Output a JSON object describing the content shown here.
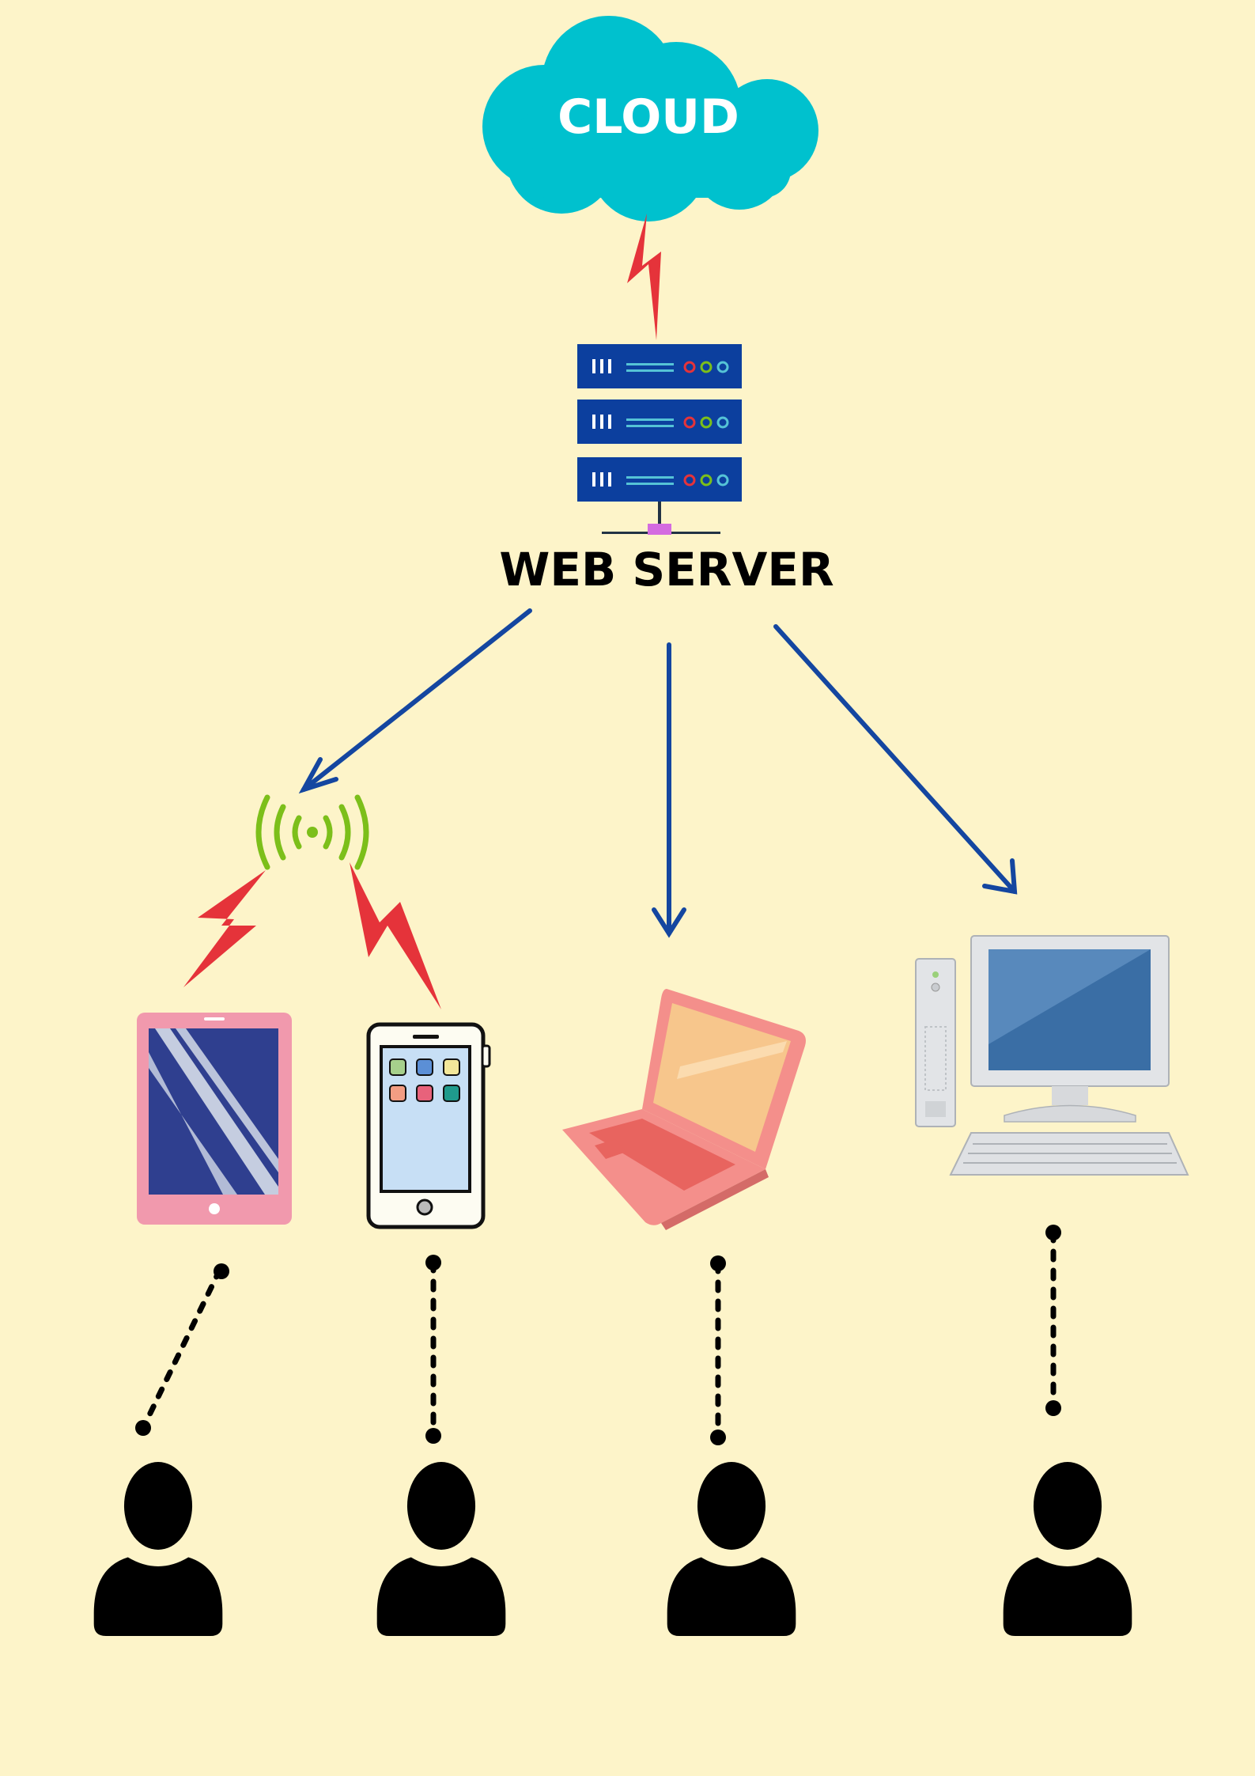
{
  "diagram": {
    "cloud_label": "CLOUD",
    "server_label": "WEB SERVER"
  },
  "nodes": [
    {
      "id": "cloud",
      "icon": "cloud-icon"
    },
    {
      "id": "web-server",
      "icon": "server-rack-icon"
    },
    {
      "id": "wifi",
      "icon": "wifi-signal-icon"
    },
    {
      "id": "tablet",
      "icon": "tablet-icon"
    },
    {
      "id": "smartphone",
      "icon": "smartphone-icon"
    },
    {
      "id": "laptop",
      "icon": "laptop-icon"
    },
    {
      "id": "desktop",
      "icon": "desktop-computer-icon"
    },
    {
      "id": "user-1",
      "icon": "user-icon"
    },
    {
      "id": "user-2",
      "icon": "user-icon"
    },
    {
      "id": "user-3",
      "icon": "user-icon"
    },
    {
      "id": "user-4",
      "icon": "user-icon"
    }
  ],
  "edges": [
    {
      "from": "web-server",
      "to": "cloud",
      "style": "lightning"
    },
    {
      "from": "web-server",
      "to": "wifi",
      "style": "arrow"
    },
    {
      "from": "web-server",
      "to": "laptop",
      "style": "arrow"
    },
    {
      "from": "web-server",
      "to": "desktop",
      "style": "arrow"
    },
    {
      "from": "wifi",
      "to": "tablet",
      "style": "lightning"
    },
    {
      "from": "wifi",
      "to": "smartphone",
      "style": "lightning"
    },
    {
      "from": "tablet",
      "to": "user-1",
      "style": "dotted"
    },
    {
      "from": "smartphone",
      "to": "user-2",
      "style": "dotted"
    },
    {
      "from": "laptop",
      "to": "user-3",
      "style": "dotted"
    },
    {
      "from": "desktop",
      "to": "user-4",
      "style": "dotted"
    }
  ],
  "colors": {
    "background": "#fdf4c9",
    "cloud": "#00c1ce",
    "server": "#0c3f9e",
    "arrow": "#1446a0",
    "lightning": "#e5333a",
    "wifi": "#7cbf1a",
    "tablet": "#f199ad",
    "laptop": "#f48f8b",
    "user": "#000000"
  }
}
